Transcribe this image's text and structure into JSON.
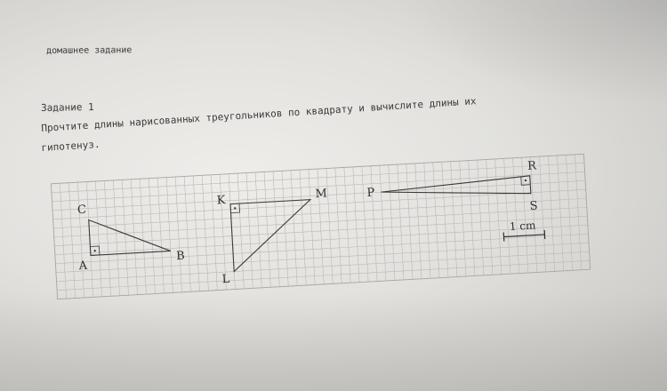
{
  "heading": "домашнее задание",
  "task": {
    "label": "Задание 1",
    "instruction_line1": "Прочтите длины нарисованных треугольников по квадрату и вычислите длины их",
    "instruction_line2": "гипотенуз."
  },
  "figure": {
    "vertices": {
      "C": "C",
      "A": "A",
      "B": "B",
      "K": "K",
      "M": "M",
      "L": "L",
      "P": "P",
      "R": "R",
      "S": "S"
    },
    "scale_label": "1 cm"
  }
}
